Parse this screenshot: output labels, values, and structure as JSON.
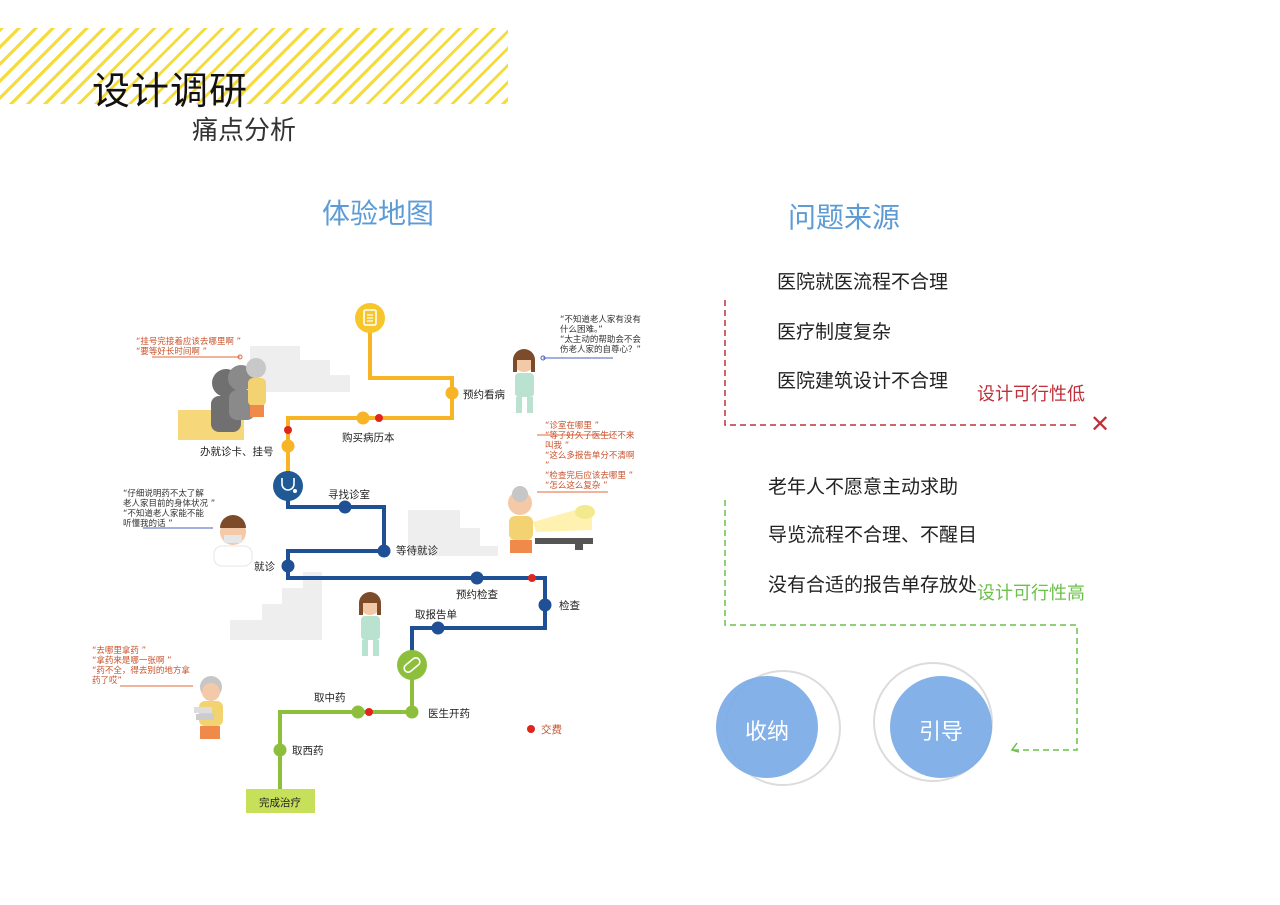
{
  "header": {
    "title": "设计调研",
    "subtitle": "痛点分析"
  },
  "map": {
    "title": "体验地图",
    "nodes": {
      "book": "预约看病",
      "buy_record": "购买病历本",
      "register": "办就诊卡、挂号",
      "find_room": "寻找诊室",
      "wait": "等待就诊",
      "consult": "就诊",
      "book_exam": "预约检查",
      "exam": "检查",
      "get_report": "取报告单",
      "prescribe": "医生开药",
      "chinese_med": "取中药",
      "western_med": "取西药",
      "done": "完成治疗"
    },
    "legend": {
      "pay": "交费"
    },
    "quotes": {
      "q1": "“挂号完接着应该去哪里啊 ”\n“要等好长时间啊 ”",
      "q2": "“不知道老人家有没有\n什么困难。”\n“太主动的帮助会不会\n伤老人家的自尊心？”",
      "q3": "“诊室在哪里 ”\n“等了好久了医生还不来\n叫我 ”\n“这么多报告单分不清啊\n”\n“检查完后应该去哪里 ”\n“怎么这么复杂 ”",
      "q4": "“仔细说明药不太了解\n老人家目前的身体状况 ”\n“不知道老人家能不能\n听懂我的话 ”",
      "q5": "“去哪里拿药 ”\n“拿药来是哪一张啊 ”\n“药不全，得去别的地方拿\n药了哎”"
    }
  },
  "problems": {
    "title": "问题来源",
    "group_low": {
      "items": [
        "医院就医流程不合理",
        "医疗制度复杂",
        "医院建筑设计不合理"
      ],
      "label": "设计可行性低",
      "mark": "✕"
    },
    "group_high": {
      "items": [
        "老年人不愿意主动求助",
        "导览流程不合理、不醒目",
        "没有合适的报告单存放处"
      ],
      "label": "设计可行性高"
    },
    "circles": [
      "收纳",
      "引导"
    ]
  },
  "colors": {
    "accent_blue": "#5c9bd6",
    "yellow_line": "#f7b526",
    "navy_line": "#1f4f94",
    "green_line": "#8dbf3d",
    "pay_dot": "#e0261c",
    "low_red": "#c0303a",
    "high_green": "#6cc14a"
  }
}
